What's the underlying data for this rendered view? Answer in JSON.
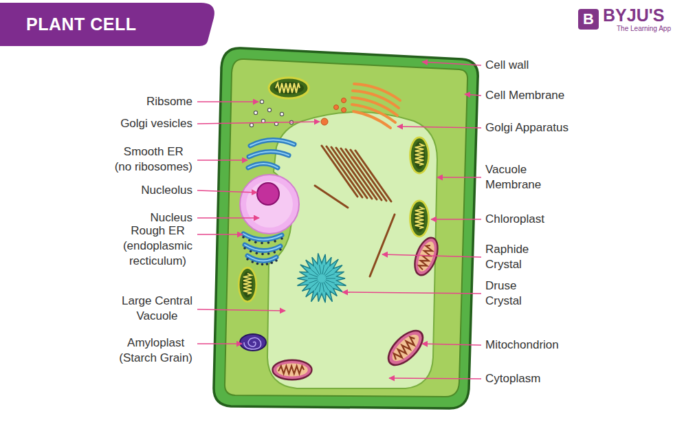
{
  "diagram": {
    "title": "PLANT CELL",
    "labels": [
      "B",
      "BYJU'S",
      "The Learning App",
      "Ribsome",
      "Golgi vesicles",
      "Smooth ER (no ribosomes)",
      "Nucleolus",
      "Nucleus",
      "Rough ER (endoplasmic recticulum)",
      "Large Central Vacuole",
      "Amyloplast (Starch Grain)",
      "Cell wall",
      "Cell Membrane",
      "Golgi Apparatus",
      "Vacuole Membrane",
      "Chloroplast",
      "Raphide Crystal",
      "Druse Crystal",
      "Mitochondrion",
      "Cytoplasm"
    ]
  }
}
